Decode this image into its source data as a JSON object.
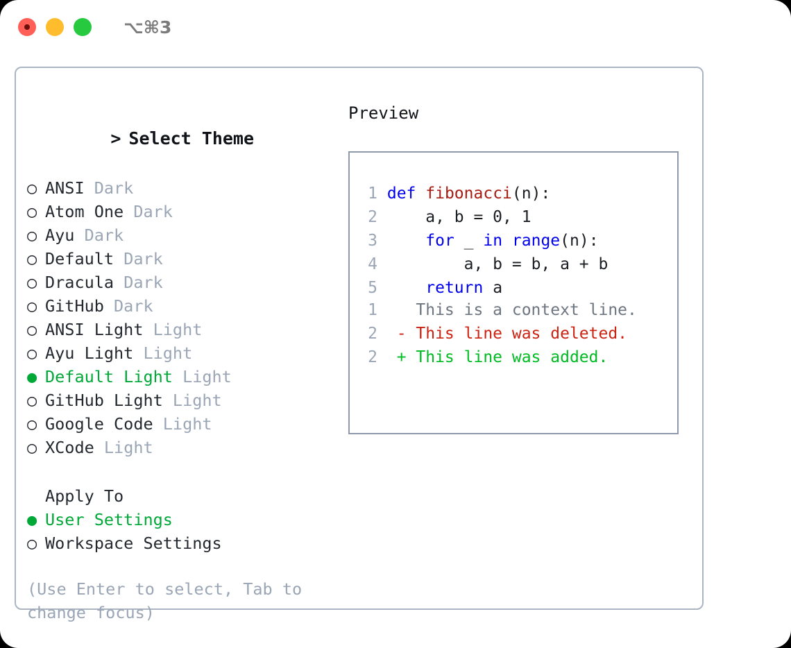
{
  "window": {
    "titlebar": {
      "shortcut": "⌥⌘3",
      "buttons": [
        {
          "name": "close",
          "color": "#ff5f56"
        },
        {
          "name": "minimize",
          "color": "#ffbd2e"
        },
        {
          "name": "maximize",
          "color": "#27c93f"
        }
      ]
    }
  },
  "colors": {
    "selected_green": "#00a838",
    "muted_grey": "#9aa5b5",
    "panel_border": "#aab4c2",
    "preview_border": "#8e99ab",
    "keyword_blue": "#0000ee",
    "function_red": "#a61b12",
    "diff_deleted": "#cc2211",
    "diff_added": "#00bb22",
    "diff_context": "#6d7580",
    "text": "#23272e"
  },
  "theme_list": {
    "heading": "Select Theme",
    "heading_marker": ">",
    "bullet_selected": "●",
    "bullet_unselected": "○",
    "items": [
      {
        "label": "ANSI",
        "suffix": "Dark",
        "selected": false
      },
      {
        "label": "Atom One",
        "suffix": "Dark",
        "selected": false
      },
      {
        "label": "Ayu",
        "suffix": "Dark",
        "selected": false
      },
      {
        "label": "Default",
        "suffix": "Dark",
        "selected": false
      },
      {
        "label": "Dracula",
        "suffix": "Dark",
        "selected": false
      },
      {
        "label": "GitHub",
        "suffix": "Dark",
        "selected": false
      },
      {
        "label": "ANSI Light",
        "suffix": "Light",
        "selected": false
      },
      {
        "label": "Ayu Light",
        "suffix": "Light",
        "selected": false
      },
      {
        "label": "Default Light",
        "suffix": "Light",
        "selected": true
      },
      {
        "label": "GitHub Light",
        "suffix": "Light",
        "selected": false
      },
      {
        "label": "Google Code",
        "suffix": "Light",
        "selected": false
      },
      {
        "label": "XCode",
        "suffix": "Light",
        "selected": false
      }
    ]
  },
  "apply_to": {
    "heading": "Apply To",
    "items": [
      {
        "label": "User Settings",
        "selected": true
      },
      {
        "label": "Workspace Settings",
        "selected": false
      }
    ]
  },
  "hint": "(Use Enter to select, Tab to change focus)",
  "preview": {
    "title": "Preview",
    "code": [
      {
        "no": "1",
        "tokens": [
          {
            "t": "def",
            "c": "kw"
          },
          {
            "t": " ",
            "c": "pn"
          },
          {
            "t": "fibonacci",
            "c": "fn"
          },
          {
            "t": "(n):",
            "c": "pn"
          }
        ]
      },
      {
        "no": "2",
        "tokens": [
          {
            "t": "    a, b = 0, 1",
            "c": "pn"
          }
        ]
      },
      {
        "no": "3",
        "tokens": [
          {
            "t": "    ",
            "c": "pn"
          },
          {
            "t": "for",
            "c": "kw"
          },
          {
            "t": " _ ",
            "c": "pn"
          },
          {
            "t": "in",
            "c": "kw"
          },
          {
            "t": " ",
            "c": "pn"
          },
          {
            "t": "range",
            "c": "kw"
          },
          {
            "t": "(n):",
            "c": "pn"
          }
        ]
      },
      {
        "no": "4",
        "tokens": [
          {
            "t": "        a, b = b, a + b",
            "c": "pn"
          }
        ]
      },
      {
        "no": "5",
        "tokens": [
          {
            "t": "    ",
            "c": "pn"
          },
          {
            "t": "return",
            "c": "kw"
          },
          {
            "t": " a",
            "c": "pn"
          }
        ]
      }
    ],
    "diff": [
      {
        "no": "1",
        "marker": " ",
        "text": "This is a context line.",
        "kind": "context"
      },
      {
        "no": "2",
        "marker": "-",
        "text": "This line was deleted.",
        "kind": "deleted"
      },
      {
        "no": "2",
        "marker": "+",
        "text": "This line was added.",
        "kind": "added"
      }
    ]
  }
}
